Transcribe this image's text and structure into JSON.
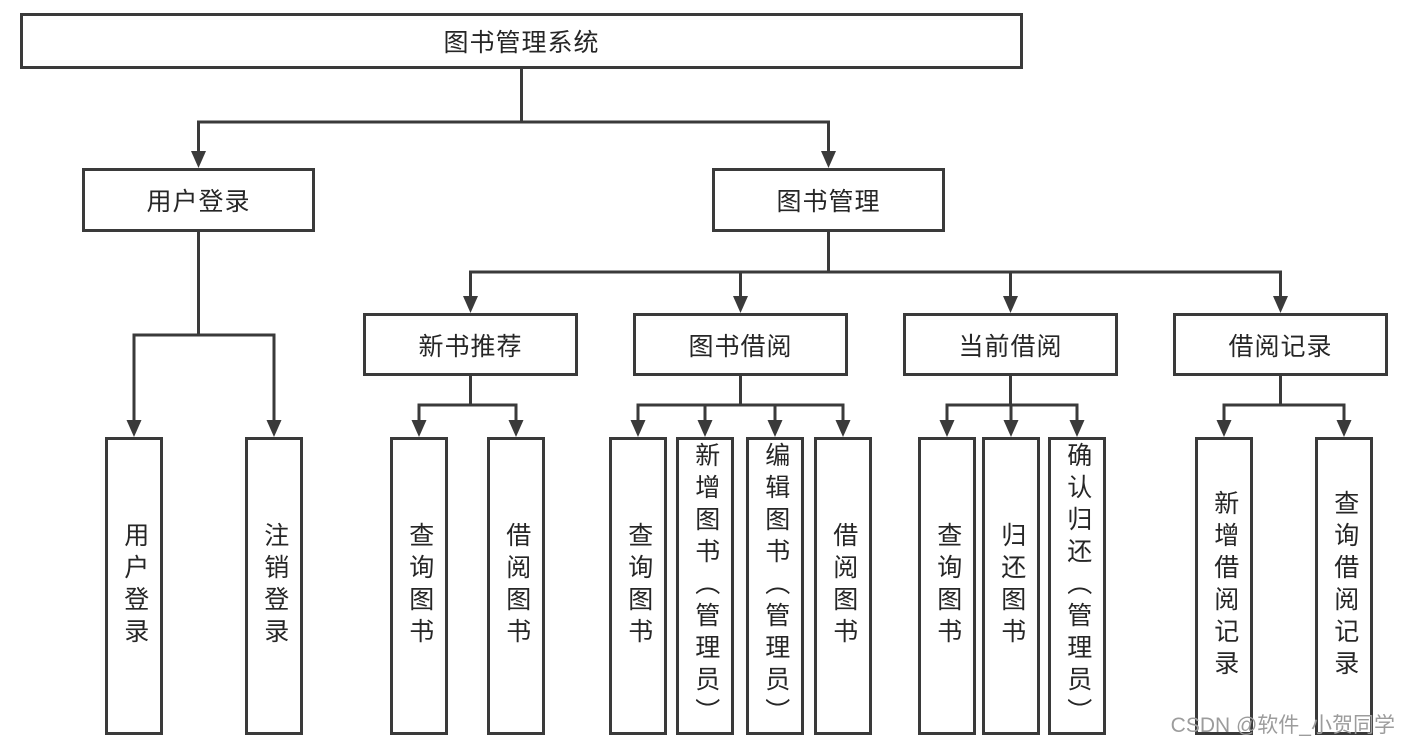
{
  "diagram_title": "图书管理系统",
  "tree": {
    "root": {
      "label": "图书管理系统"
    },
    "children": [
      {
        "label": "用户登录",
        "children": [
          {
            "label": "用户登录"
          },
          {
            "label": "注销登录"
          }
        ]
      },
      {
        "label": "图书管理",
        "children": [
          {
            "label": "新书推荐",
            "children": [
              {
                "label": "查询图书"
              },
              {
                "label": "借阅图书"
              }
            ]
          },
          {
            "label": "图书借阅",
            "children": [
              {
                "label": "查询图书"
              },
              {
                "label": "新增图书（管理员）"
              },
              {
                "label": "编辑图书（管理员）"
              },
              {
                "label": "借阅图书"
              }
            ]
          },
          {
            "label": "当前借阅",
            "children": [
              {
                "label": "查询图书"
              },
              {
                "label": "归还图书"
              },
              {
                "label": "确认归还（管理员）"
              }
            ]
          },
          {
            "label": "借阅记录",
            "children": [
              {
                "label": "新增借阅记录"
              },
              {
                "label": "查询借阅记录"
              }
            ]
          }
        ]
      }
    ]
  },
  "watermark": "CSDN @软件_小贺同学",
  "colors": {
    "line": "#3a3a3a",
    "box_border": "#3a3a3a",
    "box_fill": "#ffffff",
    "text": "#262626",
    "watermark": "#9c9c9c",
    "background": "#ffffff"
  }
}
